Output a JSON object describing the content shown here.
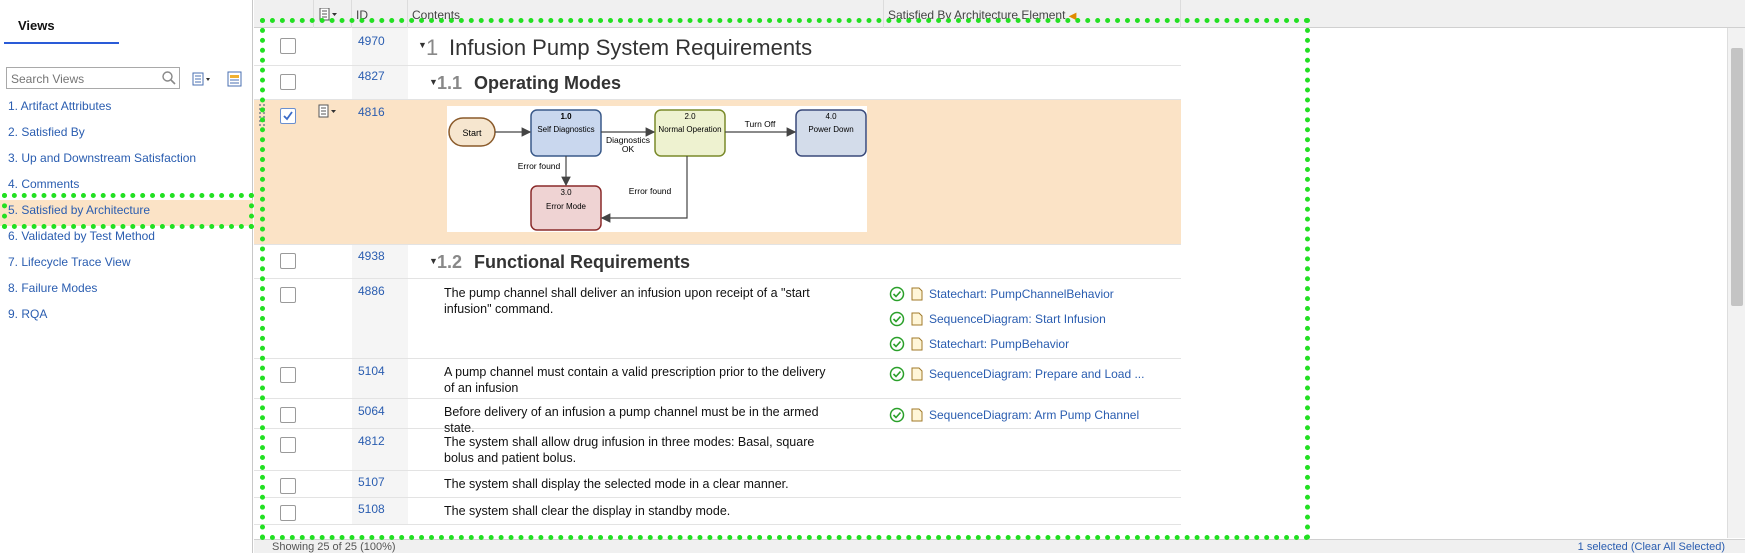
{
  "sidebar": {
    "tab_label": "Views",
    "search_placeholder": "Search Views",
    "items": [
      {
        "label": "1. Artifact Attributes"
      },
      {
        "label": "2. Satisfied By"
      },
      {
        "label": "3. Up and Downstream Satisfaction"
      },
      {
        "label": "4. Comments"
      },
      {
        "label": "5. Satisfied by Architecture"
      },
      {
        "label": "6. Validated by Test Method"
      },
      {
        "label": "7. Lifecycle Trace View"
      },
      {
        "label": "8. Failure Modes"
      },
      {
        "label": "9. RQA"
      }
    ]
  },
  "grid": {
    "columns": [
      "ID",
      "Contents",
      "Satisfied By Architecture Element"
    ],
    "rows": {
      "r1": {
        "id": "4970",
        "num": "1",
        "text": "Infusion Pump System Requirements"
      },
      "r2": {
        "id": "4827",
        "num": "1.1",
        "text": "Operating Modes"
      },
      "r3": {
        "id": "4816"
      },
      "r4": {
        "id": "4938",
        "num": "1.2",
        "text": "Functional Requirements"
      },
      "r5": {
        "id": "4886",
        "text": "The pump channel shall deliver an infusion upon receipt of a \"start infusion\" command.",
        "links": [
          "Statechart: PumpChannelBehavior",
          "SequenceDiagram: Start Infusion",
          "Statechart: PumpBehavior"
        ]
      },
      "r6": {
        "id": "5104",
        "text": "A pump channel must contain a valid prescription prior to the delivery of an infusion",
        "links": [
          "SequenceDiagram: Prepare and Load ..."
        ]
      },
      "r7": {
        "id": "5064",
        "text": "Before delivery of an infusion a pump channel must be in the armed state.",
        "links": [
          "SequenceDiagram: Arm Pump Channel"
        ]
      },
      "r8": {
        "id": "4812",
        "text": "The system shall allow drug infusion in three modes: Basal, square bolus and patient bolus."
      },
      "r9": {
        "id": "5107",
        "text": "The system shall display the selected mode in a clear manner."
      },
      "r10": {
        "id": "5108",
        "text": "The system shall clear the display in standby mode."
      }
    }
  },
  "diagram": {
    "start": "Start",
    "s1_num": "1.0",
    "s1_name": "Self Diagnostics",
    "s2_num": "2.0",
    "s2_name": "Normal Operation",
    "s3_num": "3.0",
    "s3_name": "Error Mode",
    "s4_num": "4.0",
    "s4_name": "Power Down",
    "t_diag1": "Diagnostics",
    "t_diag2": "OK",
    "t_turnoff": "Turn Off",
    "t_err1": "Error found",
    "t_err2": "Error found"
  },
  "footer": {
    "left": "Showing 25 of 25 (100%)",
    "right": "1 selected (Clear All Selected)"
  },
  "colors": {
    "selected_row": "#fbe3c6",
    "link": "#2a5db0",
    "focus_outline": "#22e022"
  }
}
